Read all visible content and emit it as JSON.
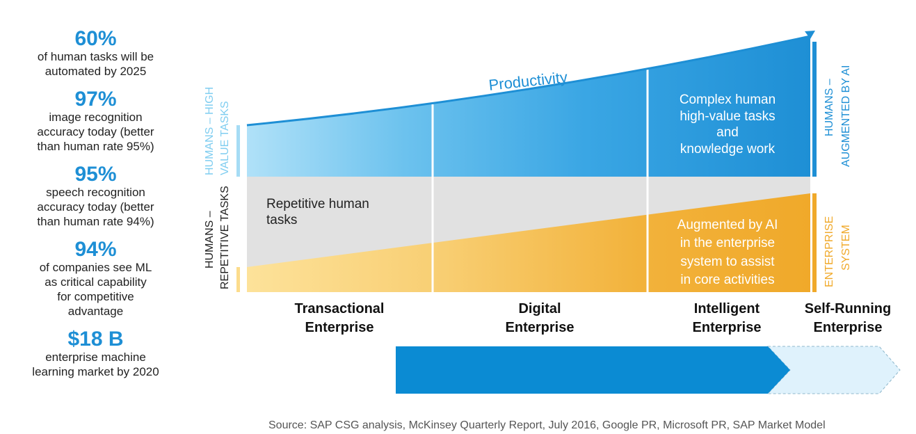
{
  "stats": [
    {
      "value": "60%",
      "desc": "of human tasks will be\nautomated by 2025"
    },
    {
      "value": "97%",
      "desc": "image recognition\naccuracy today (better\nthan human rate 95%)"
    },
    {
      "value": "95%",
      "desc": "speech recognition\naccuracy today (better\nthan human rate 94%)"
    },
    {
      "value": "94%",
      "desc": "of companies see ML\nas critical capability\nfor competitive\nadvantage"
    },
    {
      "value": "$18 B",
      "desc": "enterprise machine\nlearning market by 2020"
    }
  ],
  "diagram": {
    "productivity_label": "Productivity",
    "left_labels": {
      "high_line1": "HUMANS – HIGH",
      "high_line2": "VALUE TASKS",
      "rep_line1": "HUMANS –",
      "rep_line2": "REPETITIVE TASKS"
    },
    "right_labels": {
      "ai_line1": "HUMANS –",
      "ai_line2": "AUGMENTED BY AI",
      "ent_line1": "ENTERPRISE",
      "ent_line2": "SYSTEM"
    },
    "repetitive_text": [
      "Repetitive human",
      "tasks"
    ],
    "complex_text": [
      "Complex human",
      "high-value tasks",
      "and",
      "knowledge work"
    ],
    "augmented_text": [
      "Augmented by AI",
      "in the enterprise",
      "system to assist",
      "in core activities"
    ],
    "stages": [
      {
        "line1": "Transactional",
        "line2": "Enterprise"
      },
      {
        "line1": "Digital",
        "line2": "Enterprise"
      },
      {
        "line1": "Intelligent",
        "line2": "Enterprise"
      },
      {
        "line1": "Self-Running",
        "line2": "Enterprise"
      }
    ]
  },
  "colors": {
    "blue": "#1e8fd5",
    "light_blue": "#a6dcf5",
    "gray": "#e1e1e1",
    "orange": "#f0a92a",
    "light_orange": "#fcdc8c"
  },
  "source": "Source: SAP CSG analysis, McKinsey Quarterly Report, July 2016, Google PR, Microsoft PR, SAP Market Model"
}
